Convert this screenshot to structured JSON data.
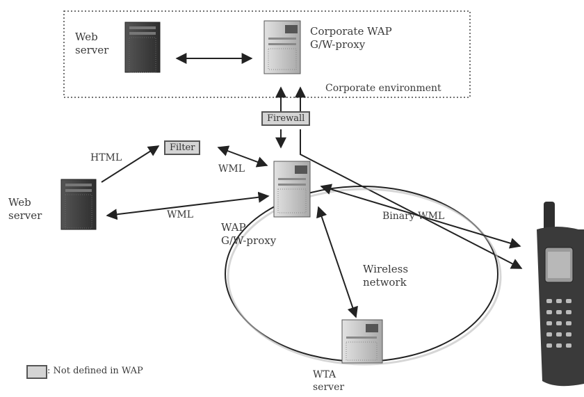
{
  "corporate": {
    "web_server_label": [
      "Web",
      "server"
    ],
    "proxy_label": [
      "Corporate WAP",
      "G/W-proxy"
    ],
    "environment_label": "Corporate environment"
  },
  "firewall_label": "Firewall",
  "filter_label": "Filter",
  "links": {
    "html": "HTML",
    "wml_filter": "WML",
    "wml_web": "WML",
    "binary_wml": "Binary WML"
  },
  "web_server_label": [
    "Web",
    "server"
  ],
  "wap_proxy_label": [
    "WAP",
    "G/W-proxy"
  ],
  "wireless_label": [
    "Wireless",
    "network"
  ],
  "wta_label": [
    "WTA",
    "server"
  ],
  "legend_text": ": Not defined in WAP",
  "colors": {
    "server_dark": "#3f3f3f",
    "server_light": "#c9c9c9",
    "box_fill": "#d4d4d4",
    "line": "#222222"
  }
}
